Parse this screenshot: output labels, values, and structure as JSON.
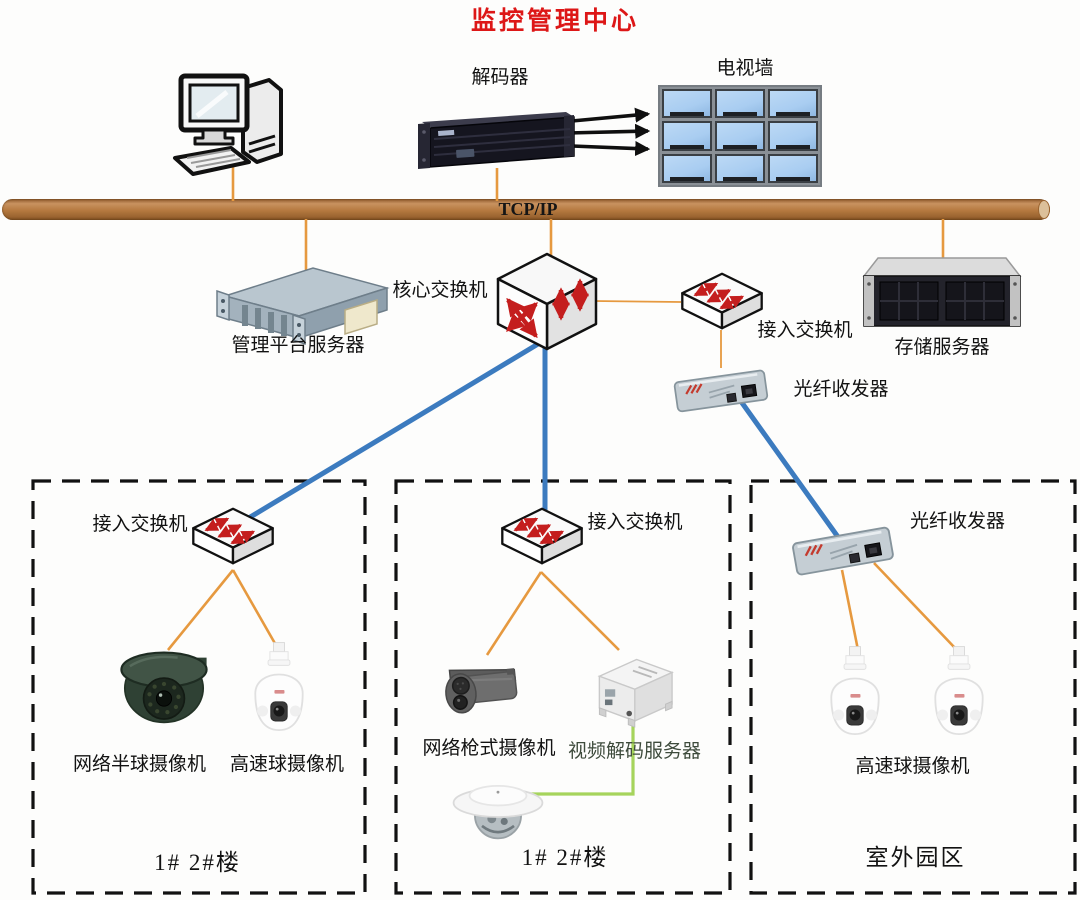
{
  "title": "监控管理中心",
  "bus": {
    "label": "TCP/IP"
  },
  "top": {
    "decoder_label": "解码器",
    "tv_wall_label": "电视墙"
  },
  "mid": {
    "mgmt_server_label": "管理平台服务器",
    "core_switch_label": "核心交换机",
    "access_switch_label": "接入交换机",
    "storage_server_label": "存储服务器",
    "fiber_label": "光纤收发器"
  },
  "zone_left": {
    "switch_label": "接入交换机",
    "dome_camera_label": "网络半球摄像机",
    "ball_camera_label": "高速球摄像机",
    "zone_label": "1# 2#楼"
  },
  "zone_mid": {
    "switch_label": "接入交换机",
    "bullet_camera_label": "网络枪式摄像机",
    "video_server_label": "视频解码服务器",
    "zone_label": "1# 2#楼"
  },
  "zone_right": {
    "fiber_label": "光纤收发器",
    "ball_camera_label": "高速球摄像机",
    "zone_label": "室外园区"
  },
  "colors": {
    "title_red": "#dd1717",
    "bus_brown": "#b5793f",
    "line_orange": "#e6993f",
    "line_blue": "#3c7bbf",
    "line_green": "#a6d45c",
    "arrow_black": "#111111",
    "switch_arrow_red": "#c41e1e",
    "tv_screen_blue": "#a9cdf1"
  }
}
